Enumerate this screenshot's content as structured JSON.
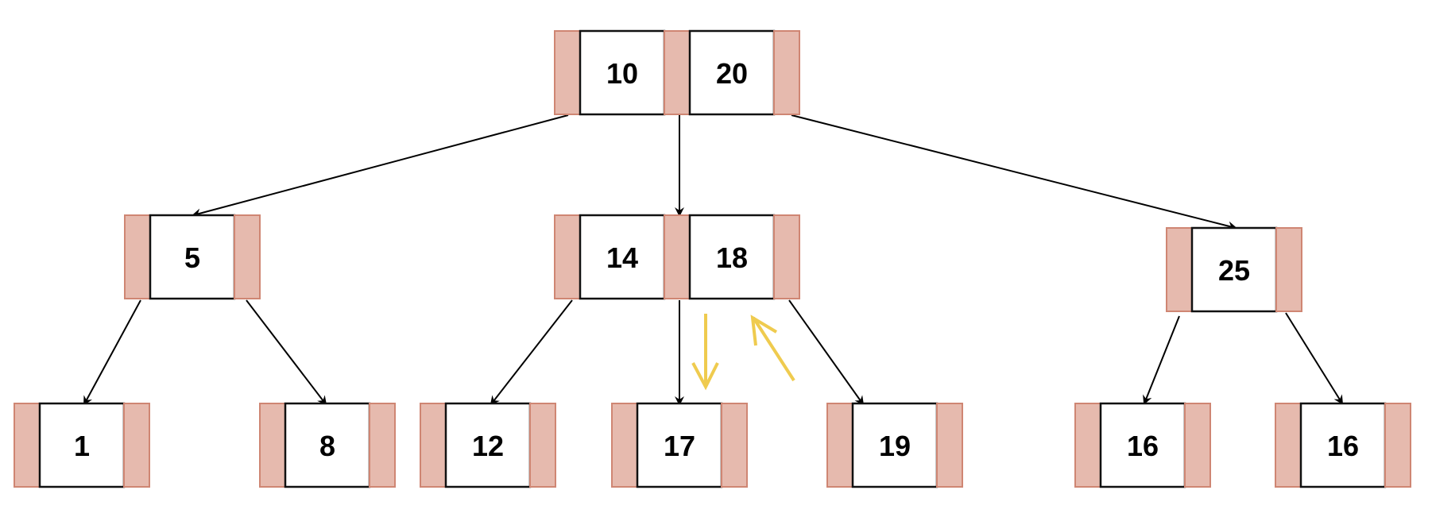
{
  "diagram": {
    "type": "b-tree",
    "colors": {
      "pointer_fill": "#E6BAAE",
      "pointer_stroke": "#CF8673",
      "key_fill": "#ffffff",
      "edge": "#000000",
      "highlight": "#EFCB4F"
    },
    "root": {
      "keys": [
        "10",
        "20"
      ]
    },
    "level1": [
      {
        "keys": [
          "5"
        ]
      },
      {
        "keys": [
          "14",
          "18"
        ]
      },
      {
        "keys": [
          "25"
        ]
      }
    ],
    "leaves": [
      {
        "keys": [
          "1"
        ]
      },
      {
        "keys": [
          "8"
        ]
      },
      {
        "keys": [
          "12"
        ]
      },
      {
        "keys": [
          "17"
        ]
      },
      {
        "keys": [
          "19"
        ]
      },
      {
        "keys": [
          "16"
        ]
      },
      {
        "keys": [
          "16"
        ]
      }
    ]
  }
}
